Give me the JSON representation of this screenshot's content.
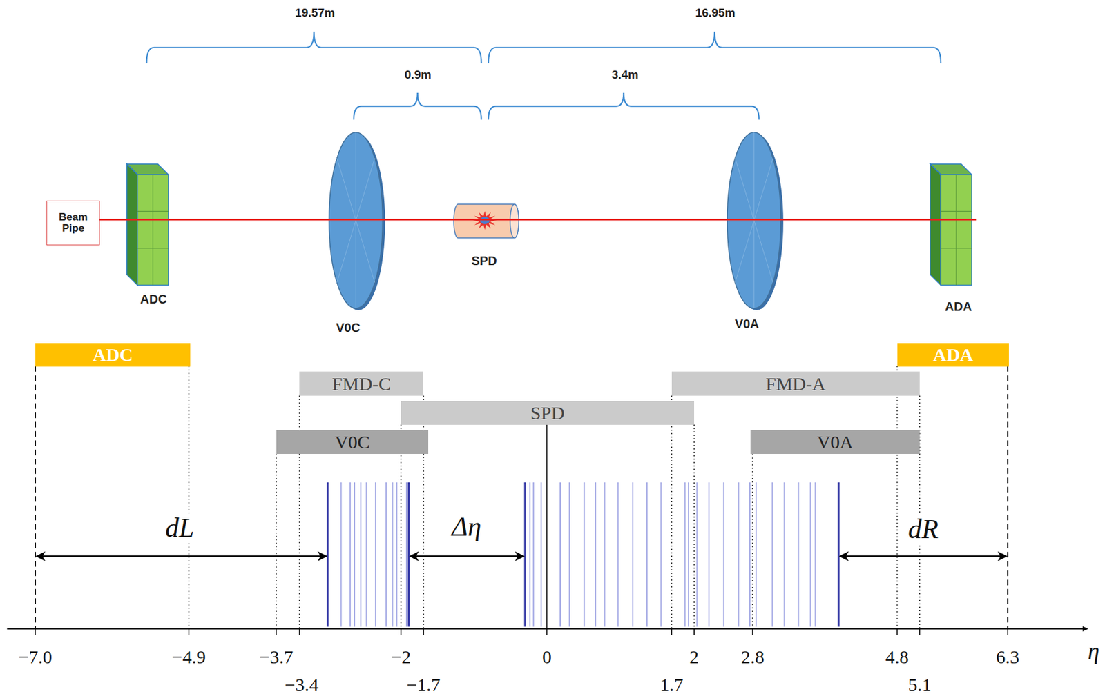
{
  "diagram": {
    "nodes": [
      {
        "text": [
          "Beam Pipe"
        ]
      },
      {
        "text": [
          "ADC"
        ]
      },
      {
        "text": [
          "ADA"
        ]
      },
      {
        "text": [
          "FMD-C"
        ]
      },
      {
        "text": [
          "FMD-A"
        ]
      },
      {
        "text": [
          "SPD"
        ]
      },
      {
        "text": [
          "V0C"
        ]
      },
      {
        "text": [
          "V0A"
        ]
      }
    ],
    "labels": [
      "19.57m",
      "16.95m",
      "0.9m",
      "3.4m",
      "ADC",
      "V0C",
      "SPD",
      "V0A",
      "ADA",
      "dL",
      "Δη",
      "dR",
      "−7.0",
      "−4.9",
      "−3.7",
      "−2",
      "0",
      "2",
      "2.8",
      "4.8",
      "6.3",
      "−3.4",
      "−1.7",
      "1.7",
      "5.1",
      "η"
    ]
  }
}
